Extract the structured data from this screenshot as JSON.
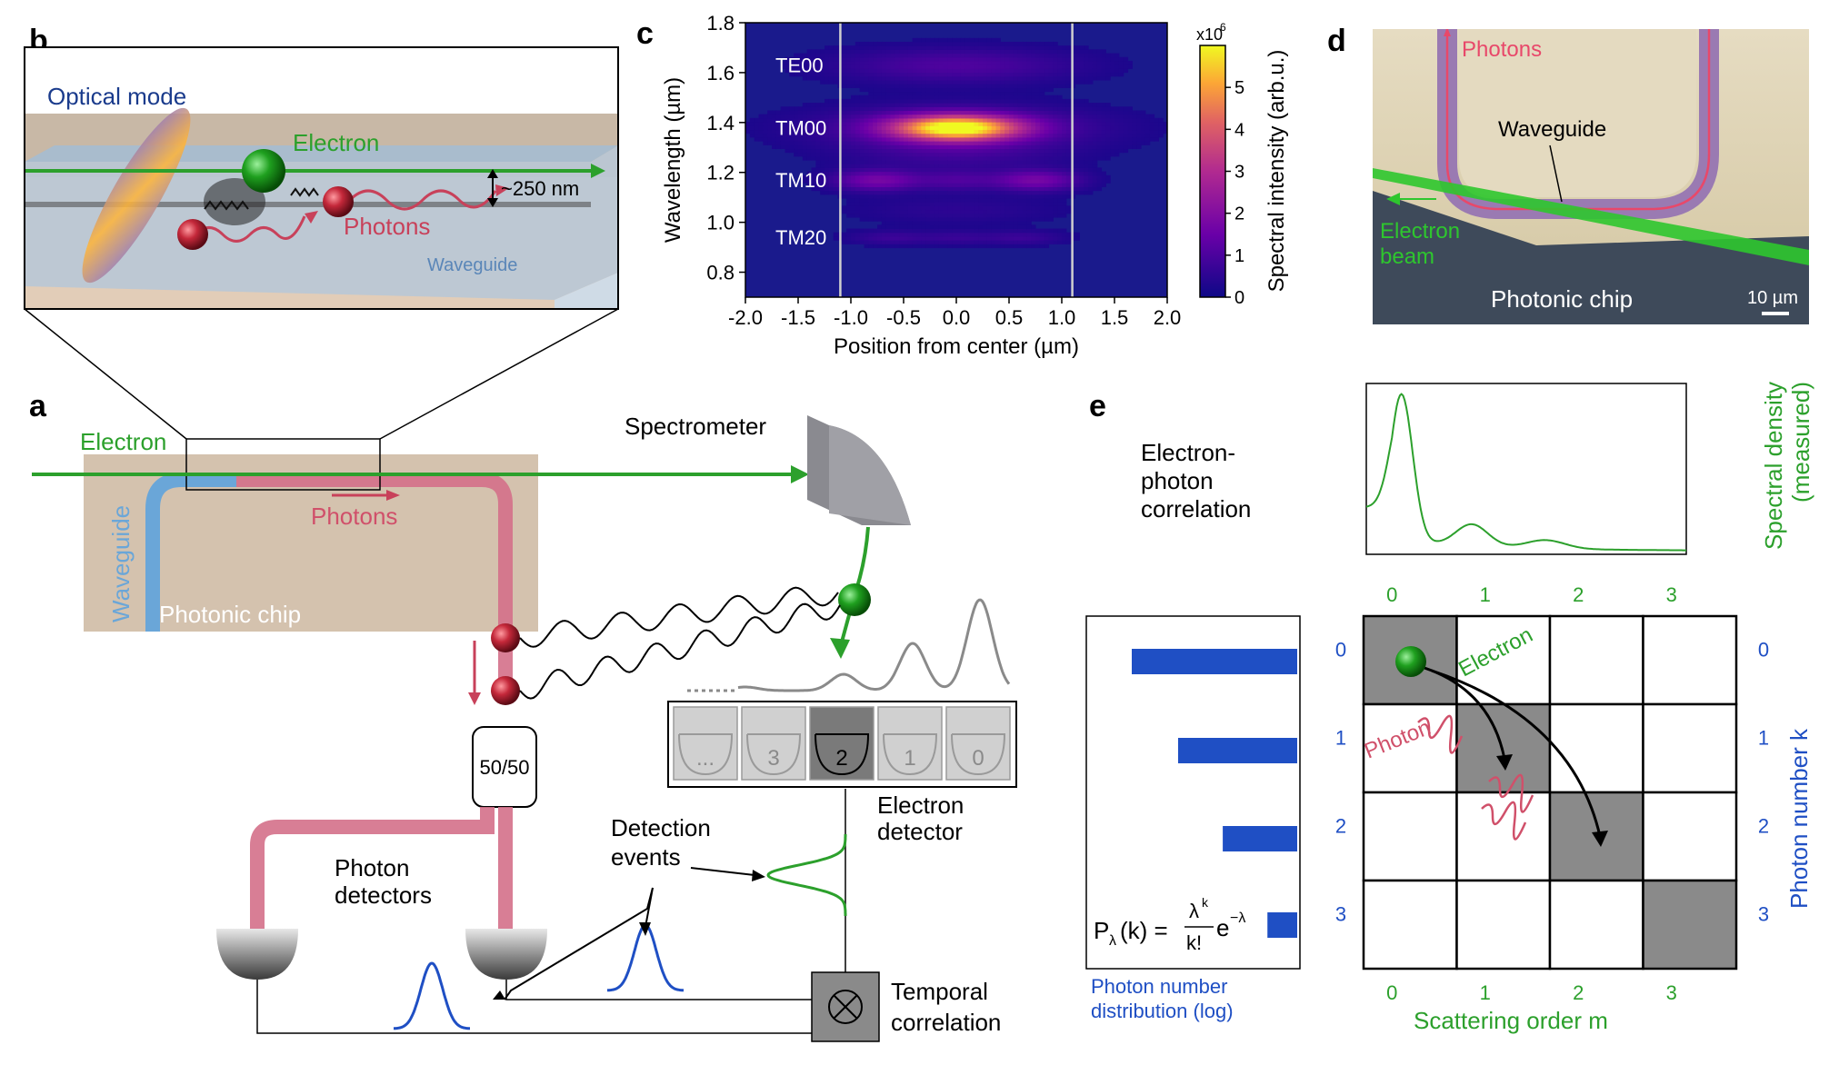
{
  "panel_labels": {
    "a": "a",
    "b": "b",
    "c": "c",
    "d": "d",
    "e": "e"
  },
  "panel_b": {
    "optical_mode": "Optical mode",
    "electron": "Electron",
    "photons": "Photons",
    "distance": "~250 nm",
    "waveguide": "Waveguide"
  },
  "panel_a": {
    "electron": "Electron",
    "photons": "Photons",
    "waveguide": "Waveguide",
    "photonic_chip": "Photonic chip",
    "spectrometer": "Spectrometer",
    "beamsplitter": "50/50",
    "photon_detectors": [
      "Photon",
      "detectors"
    ],
    "detection_events": [
      "Detection",
      "events"
    ],
    "electron_detector": [
      "Electron",
      "detector"
    ],
    "temporal_correlation": [
      "Temporal",
      "correlation"
    ],
    "detector_bins": [
      "...",
      "3",
      "2",
      "1",
      "0"
    ]
  },
  "panel_d": {
    "photons": "Photons",
    "waveguide": "Waveguide",
    "electron_beam": [
      "Electron",
      "beam"
    ],
    "photonic_chip": "Photonic chip",
    "scale": "10 µm"
  },
  "panel_e": {
    "title": [
      "Electron-",
      "photon",
      "correlation"
    ],
    "spectral_density": [
      "Spectral density",
      "(measured)"
    ],
    "electron": "Electron",
    "photon": "Photon",
    "photon_number_axis": "Photon number k",
    "scattering_axis": "Scattering order m",
    "distribution_label": [
      "Photon number",
      "distribution (log)"
    ],
    "formula": {
      "lhs": "P",
      "sub": "λ",
      "arg": "(k) =",
      "num": "λ",
      "num_sup": "k",
      "den": "k!",
      "exp": "e",
      "exp_sup": "−λ"
    },
    "col_labels": [
      "0",
      "1",
      "2",
      "3"
    ],
    "row_labels": [
      "0",
      "1",
      "2",
      "3"
    ],
    "filled_cells": [
      [
        0,
        0
      ],
      [
        1,
        1
      ],
      [
        2,
        2
      ],
      [
        3,
        3
      ]
    ],
    "distribution_bars": [
      1.0,
      0.72,
      0.45,
      0.18
    ]
  },
  "chart_data": {
    "type": "heatmap",
    "title": "",
    "xlabel": "Position from center (µm)",
    "ylabel": "Wavelength (µm)",
    "xlim": [
      -2.0,
      2.0
    ],
    "ylim": [
      0.7,
      1.8
    ],
    "x_ticks": [
      "-2.0",
      "-1.5",
      "-1.0",
      "-0.5",
      "0.0",
      "0.5",
      "1.0",
      "1.5",
      "2.0"
    ],
    "y_ticks": [
      "0.8",
      "1.0",
      "1.2",
      "1.4",
      "1.6",
      "1.8"
    ],
    "colorbar_label": "Spectral intensity (arb.u.)",
    "colorbar_multiplier": "x10",
    "colorbar_multiplier_exp": "6",
    "colorbar_ticks": [
      "0",
      "1",
      "2",
      "3",
      "4",
      "5"
    ],
    "colorbar_range": [
      0,
      6
    ],
    "waveguide_edges": [
      -1.1,
      1.1
    ],
    "modes": [
      {
        "name": "TE00",
        "wavelength": 1.63
      },
      {
        "name": "TM00",
        "wavelength": 1.38
      },
      {
        "name": "TM10",
        "wavelength": 1.17
      },
      {
        "name": "TM20",
        "wavelength": 0.94
      }
    ],
    "bands": [
      {
        "y": 1.38,
        "x": 0.0,
        "sx": 0.42,
        "sy": 0.035,
        "amp": 5.5
      },
      {
        "y": 1.38,
        "x": 0.0,
        "sx": 0.9,
        "sy": 0.06,
        "amp": 1.2
      },
      {
        "y": 1.17,
        "x": -0.75,
        "sx": 0.3,
        "sy": 0.03,
        "amp": 1.6
      },
      {
        "y": 1.17,
        "x": 0.75,
        "sx": 0.3,
        "sy": 0.03,
        "amp": 1.6
      },
      {
        "y": 1.17,
        "x": 0.0,
        "sx": 0.25,
        "sy": 0.03,
        "amp": 0.8
      },
      {
        "y": 1.63,
        "x": 0.0,
        "sx": 0.8,
        "sy": 0.05,
        "amp": 0.9
      },
      {
        "y": 0.94,
        "x": -0.6,
        "sx": 0.3,
        "sy": 0.02,
        "amp": 0.6
      },
      {
        "y": 0.94,
        "x": 0.6,
        "sx": 0.3,
        "sy": 0.02,
        "amp": 0.6
      },
      {
        "y": 0.94,
        "x": 0.0,
        "sx": 0.2,
        "sy": 0.02,
        "amp": 0.4
      },
      {
        "y": 1.27,
        "x": 0.0,
        "sx": 0.7,
        "sy": 0.04,
        "amp": 0.5
      },
      {
        "y": 1.05,
        "x": 0.0,
        "sx": 0.7,
        "sy": 0.04,
        "amp": 0.35
      }
    ]
  },
  "colors": {
    "electron": "#2ca02c",
    "photon": "#d0506a",
    "waveguide": "#6aa6d8",
    "blue": "#1f4fc4",
    "chip": "#d8c8b4",
    "heat_bg": "#1a1a8c"
  }
}
